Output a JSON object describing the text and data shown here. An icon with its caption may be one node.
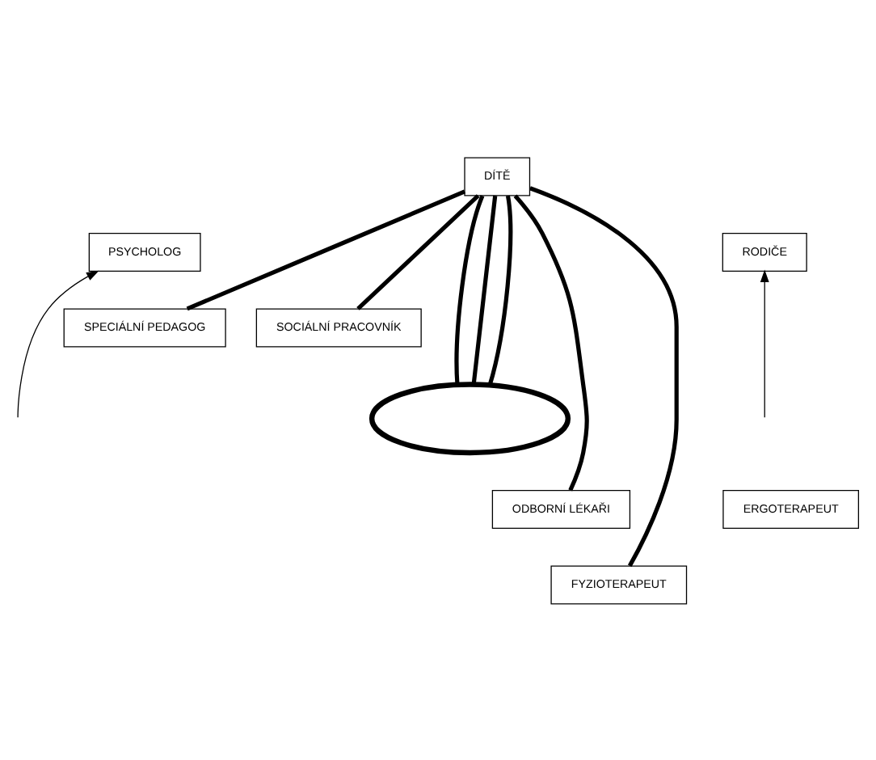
{
  "diagram": {
    "nodes": [
      {
        "text": [
          "DÍTĚ"
        ]
      },
      {
        "text": [
          "PSYCHOLOG"
        ]
      },
      {
        "text": [
          "RODIČE"
        ]
      },
      {
        "text": [
          "SPECIÁLNÍ PEDAGOG"
        ]
      },
      {
        "text": [
          "SOCIÁLNÍ PRACOVNÍK"
        ]
      },
      {
        "text": [],
        "shape": "ellipse"
      },
      {
        "text": [
          "ODBORNÍ LÉKAŘI"
        ]
      },
      {
        "text": [
          "ERGOTERAPEUT"
        ]
      },
      {
        "text": [
          "FYZIOTERAPEUT"
        ]
      }
    ],
    "edges": [
      {
        "from": 0,
        "to": 3,
        "arrow": "none"
      },
      {
        "from": 0,
        "to": 6,
        "arrow": "none"
      },
      {
        "from": 0,
        "to": 5,
        "arrow": "none"
      },
      {
        "from": 0,
        "to": 5,
        "arrow": "none"
      },
      {
        "from": 0,
        "to": 5,
        "arrow": "none"
      },
      {
        "from": 0,
        "to": 8,
        "arrow": "none"
      },
      {
        "from": 0,
        "to": 4,
        "arrow": "none"
      },
      {
        "from": null,
        "to": 1,
        "arrow": "to"
      },
      {
        "from": null,
        "to": 2,
        "arrow": "to"
      }
    ]
  }
}
